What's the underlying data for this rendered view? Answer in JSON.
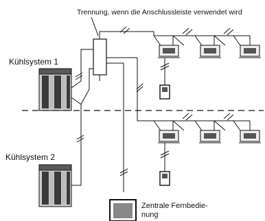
{
  "labels": {
    "separation_note": "Trennung, wenn die Anschlussleiste verwendet wird",
    "system_1": "Kühlsystem 1",
    "system_2": "Kühlsystem 2",
    "central_remote_line1": "Zentrale Fernbedie-",
    "central_remote_line2": "nung"
  },
  "colors": {
    "line": "#111111",
    "unit_dark": "#444444",
    "unit_light": "#bbbbbb",
    "screen": "#888888"
  }
}
